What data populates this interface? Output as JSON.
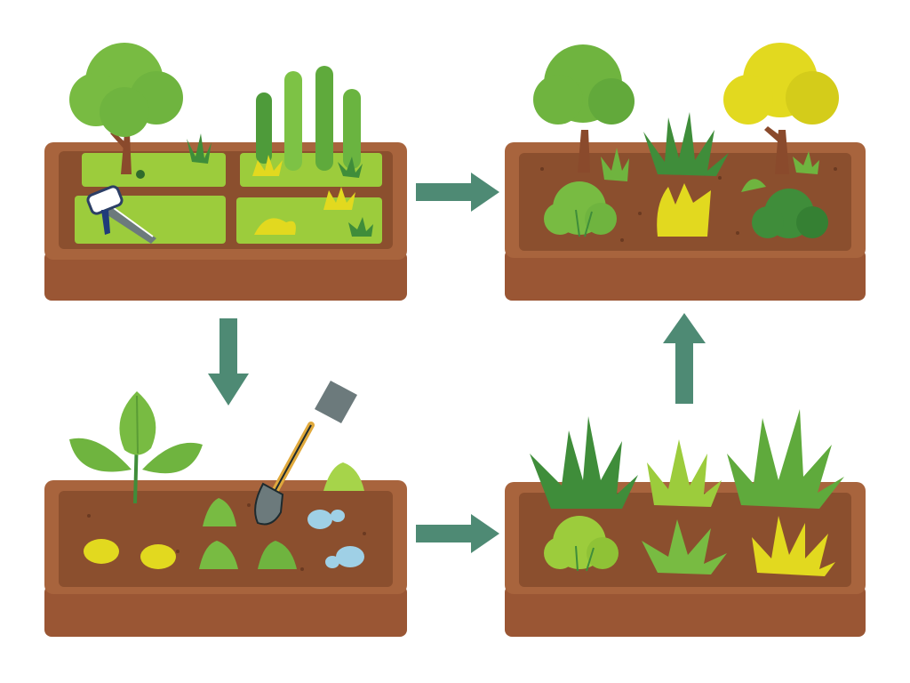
{
  "diagram": {
    "layout": "2x2 cycle",
    "flow_order": [
      "stage-1",
      "stage-3",
      "stage-4",
      "stage-2"
    ],
    "stages": [
      {
        "id": "stage-1",
        "position": "top-left",
        "content": [
          "round-tree",
          "columnar-plants",
          "grass-plots",
          "trowel-tool",
          "yellow-flowers"
        ]
      },
      {
        "id": "stage-2",
        "position": "top-right",
        "content": [
          "green-tree",
          "yellow-tree",
          "spiky-plants",
          "shrubs",
          "soil-bed"
        ]
      },
      {
        "id": "stage-3",
        "position": "bottom-left",
        "content": [
          "leaf-sapling",
          "shovel",
          "seedlings",
          "yellow-stones",
          "blue-pebbles"
        ]
      },
      {
        "id": "stage-4",
        "position": "bottom-right",
        "content": [
          "spiky-plants",
          "leafy-bush",
          "yellow-grass-tuft"
        ]
      }
    ],
    "arrows": [
      {
        "from": "stage-1",
        "to": "stage-2",
        "direction": "right"
      },
      {
        "from": "stage-1",
        "to": "stage-3",
        "direction": "down"
      },
      {
        "from": "stage-3",
        "to": "stage-4",
        "direction": "right"
      },
      {
        "from": "stage-4",
        "to": "stage-2",
        "direction": "up"
      }
    ],
    "colors": {
      "background": "#ffffff",
      "soil": "#8b4f2e",
      "bed_rim": "#a8643d",
      "bed_side": "#9a5634",
      "grass": "#9ccc3c",
      "leaf_green": "#6fb43f",
      "dark_green": "#3f8d3a",
      "yellow": "#e2d91f",
      "arrow": "#4e8a74",
      "trunk": "#8a4a2c",
      "pebble": "#9fd0e6",
      "tool_grey": "#6c7a7c"
    }
  }
}
